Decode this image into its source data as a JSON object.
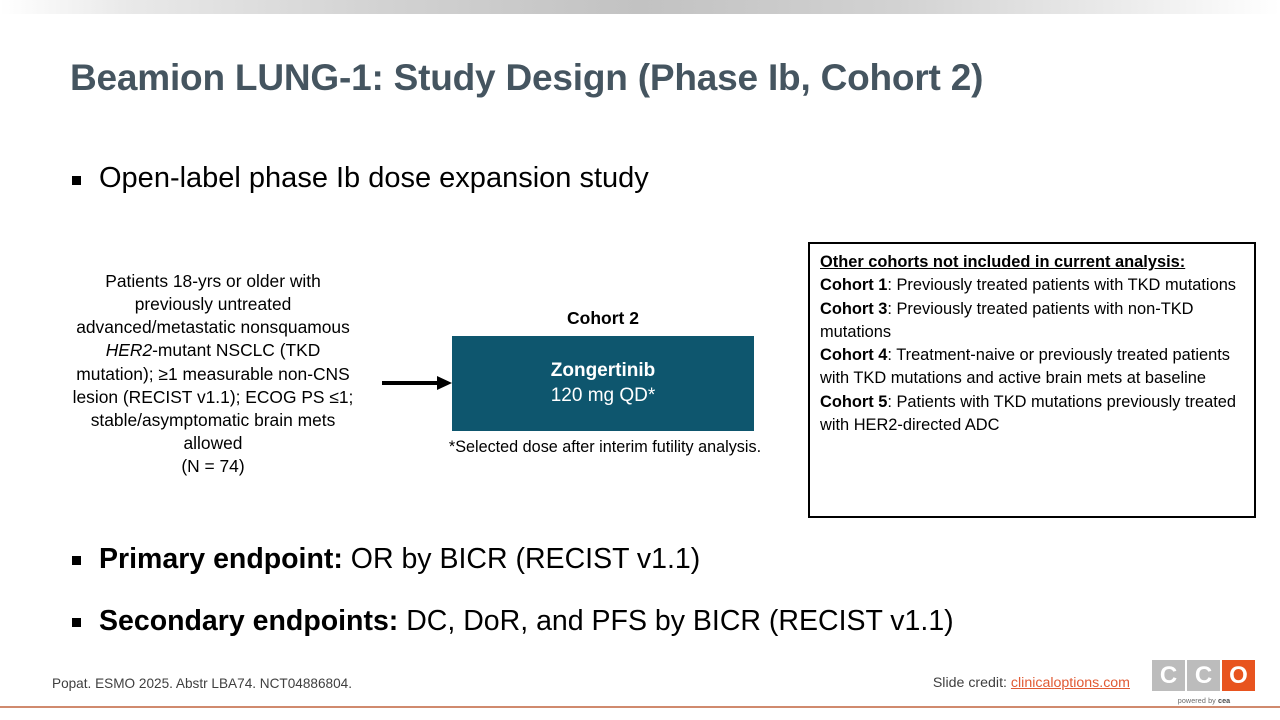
{
  "slide": {
    "title": "Beamion LUNG-1: Study Design (Phase Ib, Cohort 2)",
    "title_color": "#455560",
    "accent_teal": "#0e566e",
    "accent_orange": "#e15a34"
  },
  "bullets": {
    "open_label": "Open-label phase Ib dose expansion study"
  },
  "diagram": {
    "patients": {
      "line1": "Patients 18-yrs or older with",
      "line2": "previously untreated",
      "line3": "advanced/metastatic nonsquamous",
      "line4_italic": "HER2",
      "line4_rest": "-mutant NSCLC (TKD",
      "line5": "mutation); ≥1 measurable non-CNS",
      "line6": "lesion (RECIST v1.1); ECOG PS ≤1;",
      "line7": "stable/asymptomatic brain mets",
      "line8": "allowed",
      "line9": "(N = 74)"
    },
    "arrow_name": "flow-arrow",
    "cohort": {
      "label": "Cohort 2",
      "drug": "Zongertinib",
      "dose": "120 mg QD*",
      "footnote": "*Selected dose after interim futility analysis."
    },
    "other_cohorts": {
      "heading": "Other cohorts not included in current analysis:",
      "items": [
        {
          "name": "Cohort 1",
          "desc": ": Previously treated patients with TKD mutations"
        },
        {
          "name": "Cohort 3",
          "desc": ": Previously treated patients with non-TKD mutations"
        },
        {
          "name": "Cohort 4",
          "desc": ": Treatment-naive or previously treated patients with TKD mutations and active brain mets at baseline"
        },
        {
          "name": "Cohort 5",
          "desc": ": Patients with TKD mutations previously treated with HER2-directed ADC"
        }
      ]
    }
  },
  "endpoints": {
    "primary_label": "Primary endpoint:",
    "primary_text": " OR by BICR (RECIST v1.1)",
    "secondary_label": "Secondary endpoints:",
    "secondary_text": " DC, DoR, and PFS by BICR (RECIST v1.1)"
  },
  "footer": {
    "citation": "Popat. ESMO 2025. Abstr LBA74. NCT04886804.",
    "credit_prefix": "Slide credit: ",
    "credit_link": "clinicaloptions.com",
    "logo": {
      "c1": "C",
      "c2": "C",
      "o": "O",
      "powered_prefix": "powered by ",
      "powered_brand": "cea"
    }
  }
}
